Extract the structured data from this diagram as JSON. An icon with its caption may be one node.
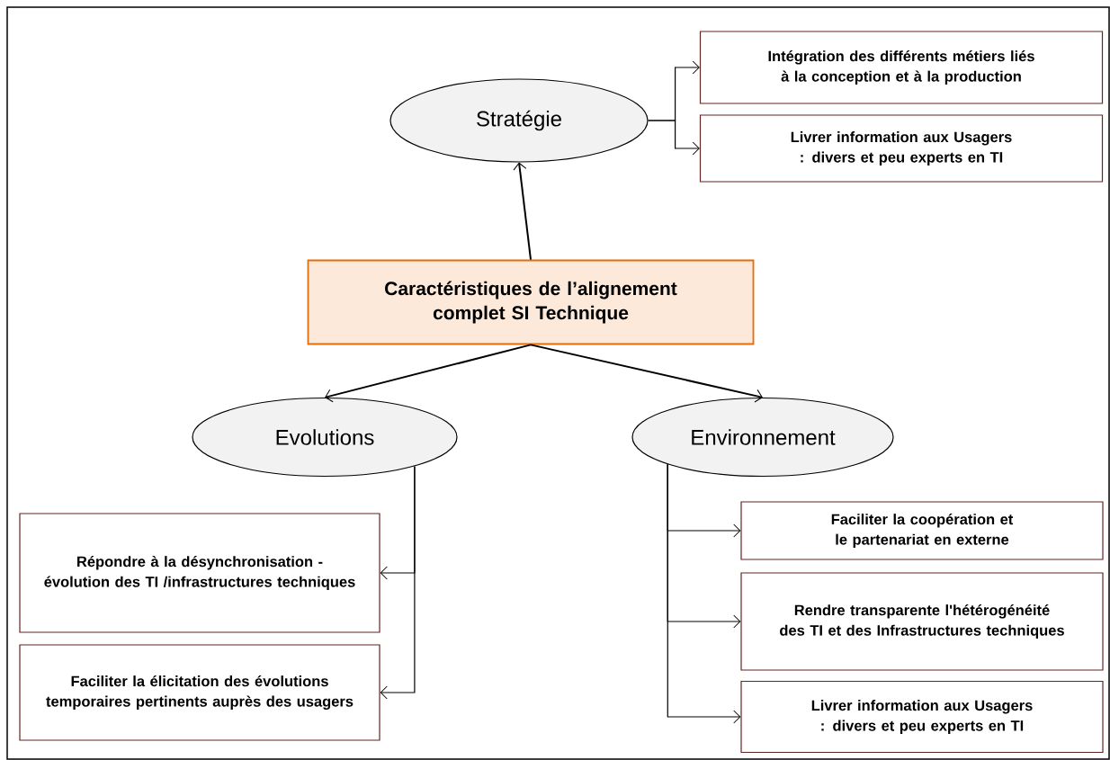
{
  "diagram": {
    "nodes": [
      {
        "text": [
          "Caractéristiques de l’alignement complet SI Technique"
        ]
      },
      {
        "text": [
          "Stratégie"
        ]
      },
      {
        "text": [
          "Intégration des différents métiers liés à la conception et à la production"
        ]
      },
      {
        "text": [
          "Livrer information aux Usagers : divers et peu experts en TI"
        ]
      },
      {
        "text": [
          "Evolutions"
        ]
      },
      {
        "text": [
          "Environnement"
        ]
      },
      {
        "text": [
          "Répondre à la désynchronisation - évolution des TI /infrastructures techniques"
        ]
      },
      {
        "text": [
          "Faciliter la élicitation des évolutions temporaires pertinents auprès des usagers"
        ]
      },
      {
        "text": [
          "Faciliter la coopération et le partenariat en externe"
        ]
      },
      {
        "text": [
          "Rendre transparente l'hétérogénéité des TI et des Infrastructures techniques"
        ]
      },
      {
        "text": [
          "Livrer information aux Usagers : divers et peu experts en TI"
        ]
      }
    ],
    "edges": [
      {
        "from": 0,
        "to": 1,
        "arrow": "to"
      },
      {
        "from": 0,
        "to": 4,
        "arrow": "to"
      },
      {
        "from": 0,
        "to": 5,
        "arrow": "to"
      },
      {
        "from": 1,
        "to": 2,
        "arrow": "to"
      },
      {
        "from": 1,
        "to": 3,
        "arrow": "to"
      },
      {
        "from": 4,
        "to": 6,
        "arrow": "to"
      },
      {
        "from": 4,
        "to": 7,
        "arrow": "to"
      },
      {
        "from": 5,
        "to": 8,
        "arrow": "to"
      },
      {
        "from": 5,
        "to": 9,
        "arrow": "to"
      },
      {
        "from": 5,
        "to": 10,
        "arrow": "to"
      }
    ]
  }
}
